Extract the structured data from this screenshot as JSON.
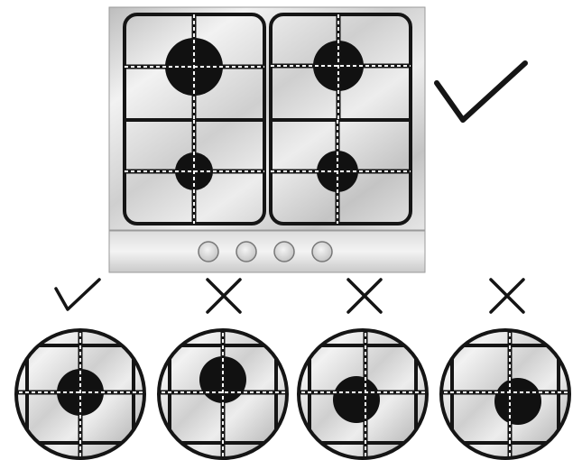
{
  "colors": {
    "background": "#ffffff",
    "steel_light": "#f2f2f2",
    "steel_mid": "#d3d3d3",
    "steel_dark": "#b4b4b4",
    "grate": "#151515",
    "burner": "#111111",
    "guide_line": "#ffffff",
    "mark": "#151515"
  },
  "hob": {
    "control_panel": {
      "knobs": [
        "knob-1",
        "knob-2",
        "knob-3",
        "knob-4"
      ]
    },
    "burners": [
      "large-burner-top-left",
      "medium-burner-top-right",
      "small-burner-bottom-left",
      "small-burner-bottom-right"
    ],
    "status_icon": "check-mark-icon",
    "placement": "correct"
  },
  "placement_examples": [
    {
      "name": "centered",
      "status_icon": "check-mark-icon",
      "placement": "correct"
    },
    {
      "name": "shifted-up",
      "status_icon": "cross-mark-icon",
      "placement": "incorrect"
    },
    {
      "name": "shifted-down-left",
      "status_icon": "cross-mark-icon",
      "placement": "incorrect"
    },
    {
      "name": "shifted-down-right",
      "status_icon": "cross-mark-icon",
      "placement": "incorrect"
    }
  ]
}
